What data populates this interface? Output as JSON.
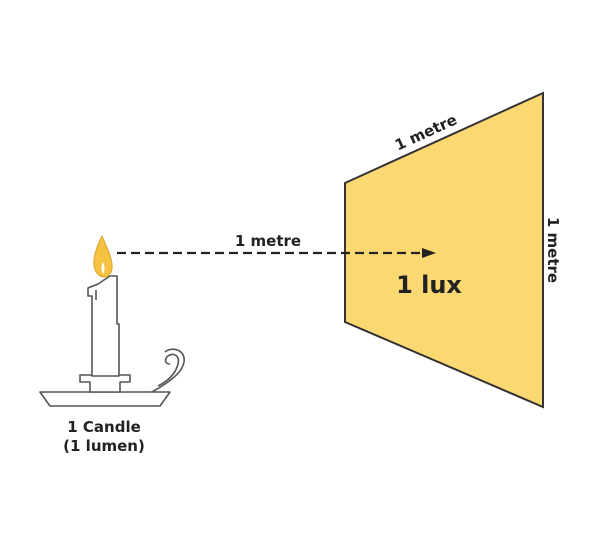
{
  "diagram": {
    "source_label_line1": "1 Candle",
    "source_label_line2": "(1 lumen)",
    "distance_label": "1 metre",
    "surface_top_label": "1 metre",
    "surface_side_label": "1 metre",
    "illuminance_label": "1 lux",
    "colors": {
      "surface_fill": "#fbd872",
      "flame_outer": "#f5c242",
      "flame_inner": "#ffffff",
      "outline": "#333333"
    }
  }
}
